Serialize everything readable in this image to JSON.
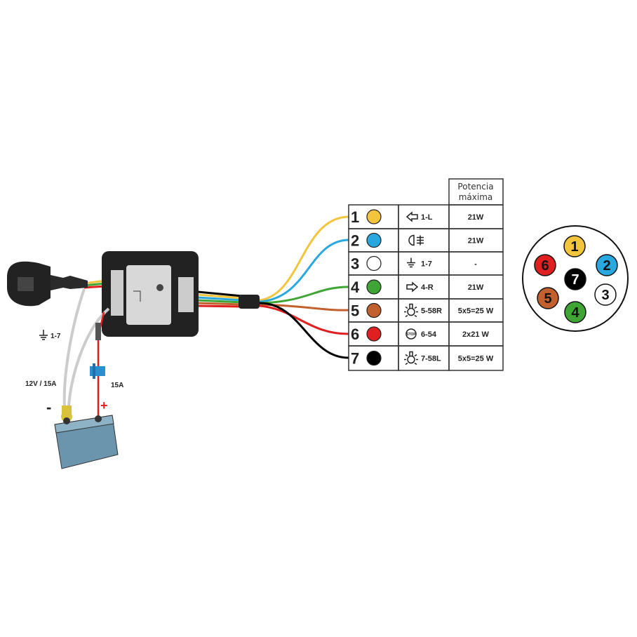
{
  "diagram": {
    "labels": {
      "ground": "1-7",
      "battery_rating": "12V / 15A",
      "fuse": "15A",
      "negative": "-",
      "positive": "+"
    },
    "table": {
      "header_line1": "Potencia",
      "header_line2": "máxima",
      "rows": [
        {
          "pin": "1",
          "color": "#f2c53d",
          "icon": "arrow-left-icon",
          "function": "1-L",
          "power": "21W"
        },
        {
          "pin": "2",
          "color": "#29a8df",
          "icon": "fog-light-icon",
          "function": "",
          "power": "21W"
        },
        {
          "pin": "3",
          "color": "#ffffff",
          "icon": "ground-icon",
          "function": "1-7",
          "power": "-"
        },
        {
          "pin": "4",
          "color": "#3fa535",
          "icon": "arrow-right-icon",
          "function": "4-R",
          "power": "21W"
        },
        {
          "pin": "5",
          "color": "#c2602e",
          "icon": "bulb-icon",
          "function": "5-58R",
          "power": "5x5=25 W"
        },
        {
          "pin": "6",
          "color": "#e02020",
          "icon": "stop-icon",
          "function": "6-54",
          "power": "2x21 W"
        },
        {
          "pin": "7",
          "color": "#000000",
          "icon": "bulb-icon",
          "function": "7-58L",
          "power": "5x5=25 W"
        }
      ]
    },
    "socket": {
      "pins": [
        "1",
        "2",
        "3",
        "4",
        "5",
        "6",
        "7"
      ],
      "stop_icon_text": "STOP"
    }
  }
}
